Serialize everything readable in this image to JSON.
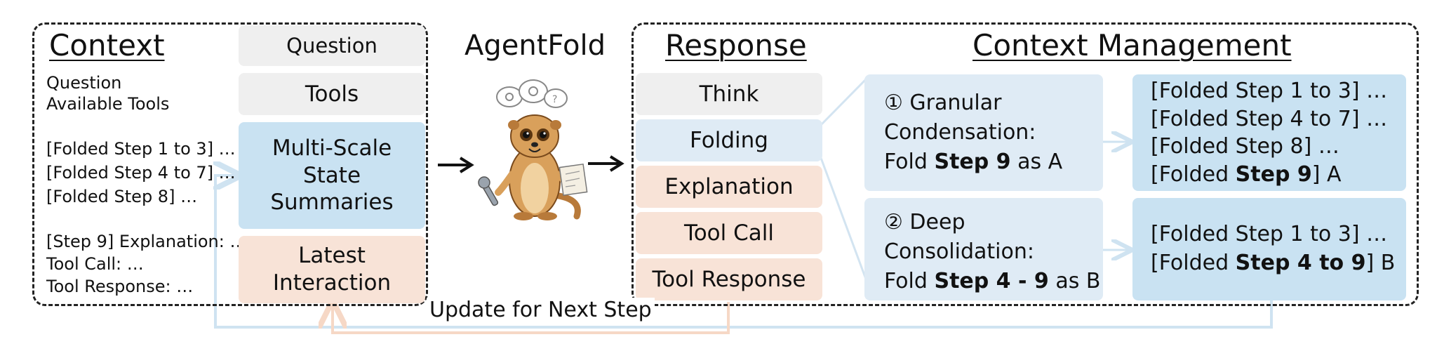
{
  "center_title": "AgentFold",
  "context": {
    "title": "Context",
    "lines": [
      "Question",
      "Available Tools",
      "[Folded Step 1 to 3] …",
      "[Folded Step 4 to 7] …",
      "[Folded Step 8] …",
      "[Step 9] Explanation: …",
      "Tool Call: …",
      "Tool Response: …"
    ],
    "boxes": {
      "question": "Question",
      "tools": "Tools",
      "summaries": [
        "Multi-Scale",
        "State",
        "Summaries"
      ],
      "latest": [
        "Latest",
        "Interaction"
      ]
    }
  },
  "response": {
    "title": "Response",
    "items": [
      "Think",
      "Folding",
      "Explanation",
      "Tool Call",
      "Tool Response"
    ]
  },
  "management": {
    "title": "Context Management",
    "granular": {
      "line1": "① Granular",
      "line2": "Condensation:",
      "fold_prefix": "Fold ",
      "fold_bold": "Step 9",
      "fold_suffix": " as A"
    },
    "deep": {
      "line1": "② Deep",
      "line2": "Consolidation:",
      "fold_prefix": "Fold ",
      "fold_bold": "Step 4 - 9",
      "fold_suffix": " as B"
    },
    "result_a": {
      "lines": [
        "[Folded Step 1 to 3] …",
        "[Folded Step 4 to 7] …",
        "[Folded Step 8] …"
      ],
      "last_prefix": "[Folded ",
      "last_bold": "Step 9",
      "last_suffix": "] A"
    },
    "result_b": {
      "line1": "[Folded Step 1 to 3] …",
      "last_prefix": "[Folded ",
      "last_bold": "Step 4 to 9",
      "last_suffix": "] B"
    }
  },
  "update_label": "Update for Next Step",
  "colors": {
    "blue": "#c9e2f2",
    "light_blue": "#dfebf5",
    "peach": "#f8e3d7",
    "gray": "#efefef",
    "arrow_blue": "#cfe3f1",
    "arrow_peach": "#f6d8c6"
  },
  "mascot": "meerkat-holding-wrench-and-map-icon"
}
